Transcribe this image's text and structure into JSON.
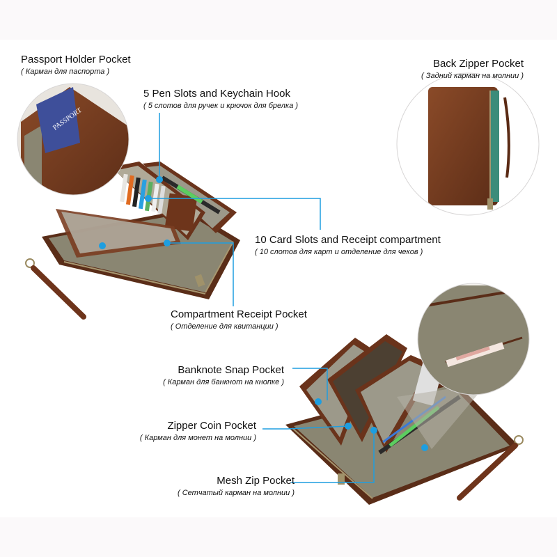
{
  "infographic": {
    "colors": {
      "background_band": "#fbf9fa",
      "background": "#ffffff",
      "leader_line": "#1e9ee0",
      "dot": "#1e9ee0",
      "leather": "#7a3f22",
      "leather_dark": "#4e2614",
      "lining": "#8c8a76",
      "passport_blue": "#3e4f9a"
    },
    "callouts": [
      {
        "id": "passport",
        "en": "Passport Holder Pocket",
        "ru": "( Карман для паспорта )"
      },
      {
        "id": "pen",
        "en": "5 Pen Slots and Keychain Hook",
        "ru": "( 5 слотов для ручек и крючок для брелка )"
      },
      {
        "id": "back",
        "en": "Back Zipper Pocket",
        "ru": "( Задний карман на молнии )"
      },
      {
        "id": "cards",
        "en": "10 Card Slots and Receipt compartment",
        "ru": "( 10 слотов для карт и отделение для чеков )"
      },
      {
        "id": "receipt",
        "en": "Compartment Receipt Pocket",
        "ru": "( Отделение для квитанции )"
      },
      {
        "id": "banknote",
        "en": "Banknote Snap Pocket",
        "ru": "( Карман для банкнот на кнопке )"
      },
      {
        "id": "coin",
        "en": "Zipper Coin Pocket",
        "ru": "( Карман для монет на молнии )"
      },
      {
        "id": "mesh",
        "en": "Mesh Zip Pocket",
        "ru": "( Сетчатый карман на молнии )"
      }
    ],
    "passport_text": "PASSPORT"
  }
}
